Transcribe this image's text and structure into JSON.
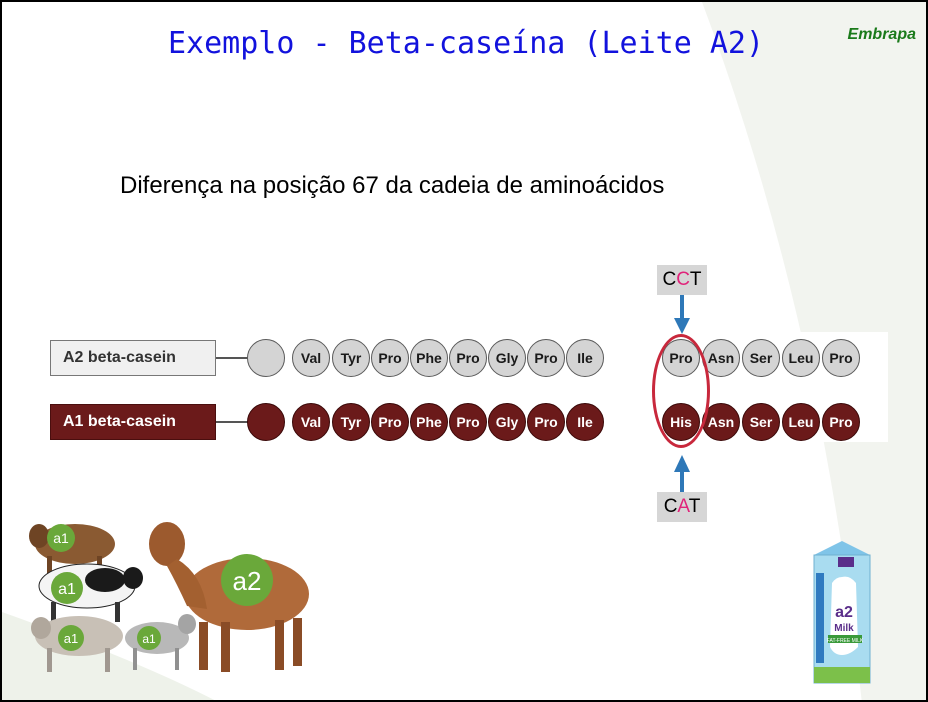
{
  "slide": {
    "title": "Exemplo - Beta-caseína (Leite A2)",
    "logo": "Embrapa",
    "subtitle": "Diferença na posição 67 da cadeia de aminoácidos"
  },
  "codons": {
    "top": {
      "first": "C",
      "mid": "C",
      "last": "T"
    },
    "bottom": {
      "first": "C",
      "mid": "A",
      "last": "T"
    }
  },
  "chains": [
    {
      "label": "A2 beta-casein",
      "residues": [
        "",
        "Val",
        "Tyr",
        "Pro",
        "Phe",
        "Pro",
        "Gly",
        "Pro",
        "Ile",
        "Pro",
        "Asn",
        "Ser",
        "Leu",
        "Pro"
      ],
      "fill": "#d4d4d4"
    },
    {
      "label": "A1 beta-casein",
      "residues": [
        "",
        "Val",
        "Tyr",
        "Pro",
        "Phe",
        "Pro",
        "Gly",
        "Pro",
        "Ile",
        "His",
        "Asn",
        "Ser",
        "Leu",
        "Pro"
      ],
      "fill": "#6b1a1a"
    }
  ],
  "cow_badges": [
    "a1",
    "a1",
    "a1",
    "a1",
    "a2"
  ],
  "carton": {
    "brand": "a2",
    "product": "Milk",
    "band": "FAT-FREE MILK"
  },
  "colors": {
    "title": "#1212dd",
    "codon_highlight": "#e0237a",
    "arrow": "#2e78b8",
    "ring": "#c8283c",
    "badge": "#6aa83a"
  }
}
